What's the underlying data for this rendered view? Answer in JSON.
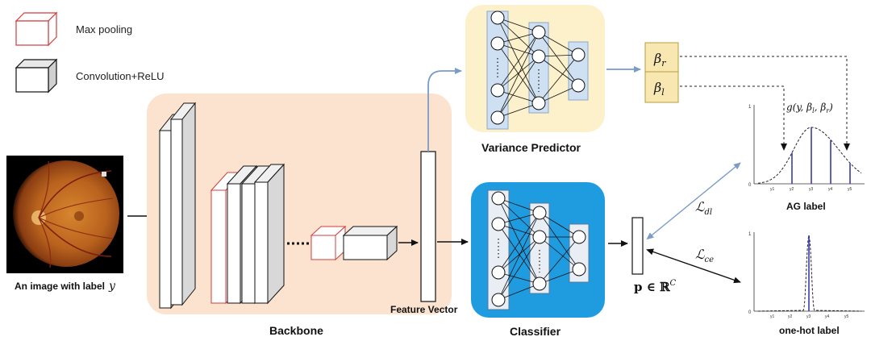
{
  "legend": {
    "max_pooling": "Max pooling",
    "conv_relu": "Convolution+ReLU"
  },
  "input": {
    "caption": "An image with label",
    "caption_var": "y"
  },
  "labels": {
    "backbone": "Backbone",
    "feature_vector": "Feature Vector",
    "variance_predictor": "Variance Predictor",
    "classifier": "Classifier",
    "ag_label": "AG label",
    "one_hot_label": "one-hot label"
  },
  "math": {
    "beta_r": "β",
    "beta_r_sub": "r",
    "beta_l": "β",
    "beta_l_sub": "l",
    "g_func": "g(y, β",
    "g_sub1": "l",
    "g_mid": ", β",
    "g_sub2": "r",
    "g_end": ")",
    "loss_dl": "ℒ",
    "loss_dl_sub": "dl",
    "loss_ce": "ℒ",
    "loss_ce_sub": "ce",
    "p_vec": "p ∈ ℝ",
    "p_sup": "C"
  },
  "plots": {
    "ag": {
      "ytick_top": "1",
      "ytick_bottom": "0",
      "xticks": [
        "y1",
        "y2",
        "y3",
        "y4",
        "y5"
      ]
    },
    "onehot": {
      "ytick_top": "1",
      "ytick_bottom": "0",
      "xticks": [
        "y1",
        "y2",
        "y3",
        "y4",
        "y5"
      ]
    }
  },
  "colors": {
    "backbone_bg": "#fce3cf",
    "variance_bg": "#fdf1cc",
    "classifier_bg": "#1f9be0",
    "node_box": "#cfe0f2",
    "beta_box": "#f8e7b0",
    "pool_edge": "#d23c3c",
    "accent_arrow": "#7a9cc6"
  }
}
